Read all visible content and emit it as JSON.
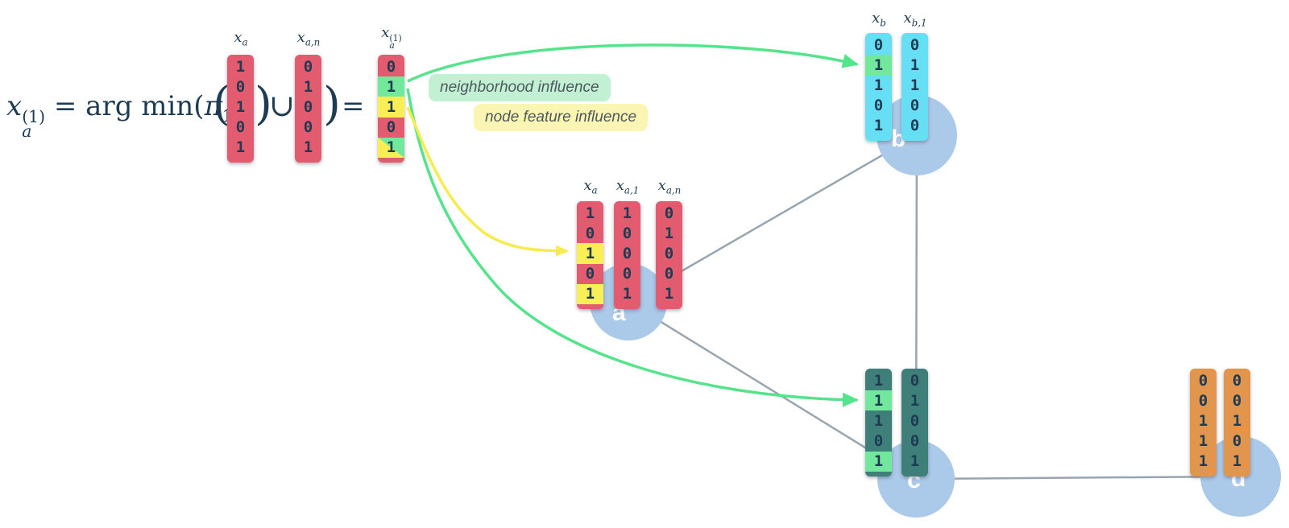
{
  "colors": {
    "vector_red": "#e25b6e",
    "vector_cyan": "#66dff5",
    "vector_teal": "#3f7f7a",
    "vector_orange": "#e2964d",
    "highlight_green": "#72e89c",
    "highlight_yellow": "#f9ee54",
    "tag_green_bg": "#c1f1d2",
    "tag_yellow_bg": "#faf5b2",
    "node_fill": "#abc9e8",
    "edge_gray": "#99a5ae",
    "arrow_green": "#55e48c",
    "arrow_yellow": "#f6ec4f",
    "text_dark": "#1d3b53"
  },
  "formula": {
    "lhs_base": "x",
    "lhs_sup": "(1)",
    "lhs_sub": "a",
    "mid": " = arg min(",
    "pi": "π",
    "pi_sub": "1",
    "paren_open": "(",
    "paren_close": ")",
    "union": "∪",
    "equals": "="
  },
  "annotations": {
    "neighborhood": "neighborhood influence",
    "node_feature": "node feature influence"
  },
  "nodes": {
    "a": {
      "label": "a"
    },
    "b": {
      "label": "b"
    },
    "c": {
      "label": "c"
    },
    "d": {
      "label": "d"
    }
  },
  "vectors": {
    "formula_xa": {
      "label": {
        "base": "x",
        "sub": "a"
      },
      "values": [
        "1",
        "0",
        "1",
        "0",
        "1"
      ],
      "highlights": [
        "",
        "",
        "",
        "",
        ""
      ]
    },
    "formula_xan": {
      "label": {
        "base": "x",
        "sub": "a,n"
      },
      "values": [
        "0",
        "1",
        "0",
        "0",
        "1"
      ],
      "highlights": [
        "",
        "",
        "",
        "",
        ""
      ]
    },
    "result_xa1": {
      "label": {
        "base": "x",
        "sub": "a",
        "sup": "(1)"
      },
      "values": [
        "0",
        "1",
        "1",
        "0",
        "1"
      ],
      "highlights": [
        "",
        "green",
        "yellow",
        "",
        "split"
      ]
    },
    "node_b_xb": {
      "label": {
        "base": "x",
        "sub": "b"
      },
      "values": [
        "0",
        "1",
        "1",
        "0",
        "1"
      ],
      "highlights": [
        "",
        "green",
        "",
        "",
        ""
      ]
    },
    "node_b_xb1": {
      "label": {
        "base": "x",
        "sub": "b,1"
      },
      "values": [
        "0",
        "1",
        "1",
        "0",
        "0"
      ],
      "highlights": [
        "",
        "",
        "",
        "",
        ""
      ]
    },
    "node_a_xa": {
      "label": {
        "base": "x",
        "sub": "a"
      },
      "values": [
        "1",
        "0",
        "1",
        "0",
        "1"
      ],
      "highlights": [
        "",
        "",
        "yellow",
        "",
        "yellow"
      ]
    },
    "node_a_xa1": {
      "label": {
        "base": "x",
        "sub": "a,1"
      },
      "values": [
        "1",
        "0",
        "0",
        "0",
        "1"
      ],
      "highlights": [
        "",
        "",
        "",
        "",
        ""
      ]
    },
    "node_a_xan": {
      "label": {
        "base": "x",
        "sub": "a,n"
      },
      "values": [
        "0",
        "1",
        "0",
        "0",
        "1"
      ],
      "highlights": [
        "",
        "",
        "",
        "",
        ""
      ]
    },
    "node_c_v1": {
      "values": [
        "1",
        "1",
        "1",
        "0",
        "1"
      ],
      "highlights": [
        "",
        "green",
        "",
        "",
        "green"
      ]
    },
    "node_c_v2": {
      "values": [
        "0",
        "1",
        "0",
        "0",
        "1"
      ],
      "highlights": [
        "",
        "",
        "",
        "",
        ""
      ]
    },
    "node_d_v1": {
      "values": [
        "0",
        "0",
        "1",
        "1",
        "1"
      ],
      "highlights": [
        "",
        "",
        "",
        "",
        ""
      ]
    },
    "node_d_v2": {
      "values": [
        "0",
        "0",
        "1",
        "0",
        "1"
      ],
      "highlights": [
        "",
        "",
        "",
        "",
        ""
      ]
    }
  }
}
